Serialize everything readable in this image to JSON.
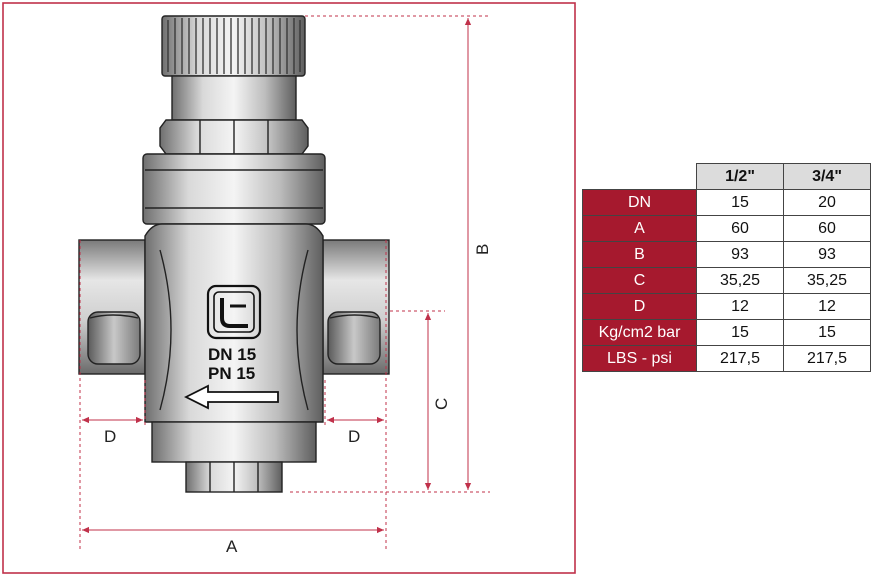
{
  "colors": {
    "frame": "#c0314a",
    "dimension": "#c0314a",
    "label_bg": "#a6192e"
  },
  "icons": {
    "logo": "valve-logo-icon",
    "flow": "flow-arrow-icon"
  },
  "diagram": {
    "marking_line1": "DN 15",
    "marking_line2": "PN 15",
    "dims": {
      "a": "A",
      "b": "B",
      "c": "C",
      "d_left": "D",
      "d_right": "D"
    }
  },
  "table": {
    "columns": [
      "1/2\"",
      "3/4\""
    ],
    "rows": [
      {
        "label": "DN",
        "values": [
          "15",
          "20"
        ]
      },
      {
        "label": "A",
        "values": [
          "60",
          "60"
        ]
      },
      {
        "label": "B",
        "values": [
          "93",
          "93"
        ]
      },
      {
        "label": "C",
        "values": [
          "35,25",
          "35,25"
        ]
      },
      {
        "label": "D",
        "values": [
          "12",
          "12"
        ]
      },
      {
        "label": "Kg/cm2 bar",
        "values": [
          "15",
          "15"
        ]
      },
      {
        "label": "LBS - psi",
        "values": [
          "217,5",
          "217,5"
        ]
      }
    ]
  }
}
